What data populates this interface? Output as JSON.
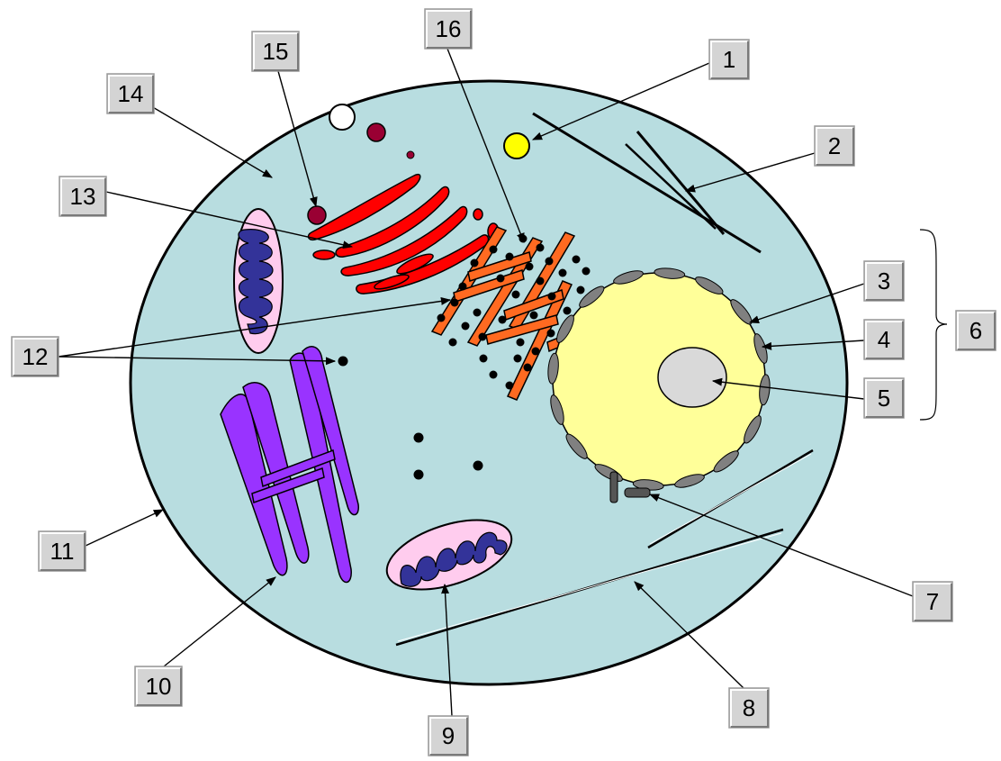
{
  "colors": {
    "background": "#ffffff",
    "cytoplasm": "#b8dde0",
    "membrane": "#000000",
    "nucleus": "#ffff99",
    "nucleolus": "#d9d9d9",
    "nuclear_pore_plates": "#808080",
    "golgi": "#ff0000",
    "rough_er": "#ff6a21",
    "smooth_er": "#9933ff",
    "mitochondrion_outer": "#ffccee",
    "mitochondrion_inner": "#333399",
    "vesicle_dark": "#990033",
    "vesicle_yellow": "#ffff00",
    "ribosome": "#000000",
    "label_box": "#d4d4d4"
  },
  "labels": [
    {
      "id": "1",
      "text": "1"
    },
    {
      "id": "2",
      "text": "2"
    },
    {
      "id": "3",
      "text": "3"
    },
    {
      "id": "4",
      "text": "4"
    },
    {
      "id": "5",
      "text": "5"
    },
    {
      "id": "6",
      "text": "6"
    },
    {
      "id": "7",
      "text": "7"
    },
    {
      "id": "8",
      "text": "8"
    },
    {
      "id": "9",
      "text": "9"
    },
    {
      "id": "10",
      "text": "10"
    },
    {
      "id": "11",
      "text": "11"
    },
    {
      "id": "12",
      "text": "12"
    },
    {
      "id": "13",
      "text": "13"
    },
    {
      "id": "14",
      "text": "14"
    },
    {
      "id": "15",
      "text": "15"
    },
    {
      "id": "16",
      "text": "16"
    }
  ]
}
